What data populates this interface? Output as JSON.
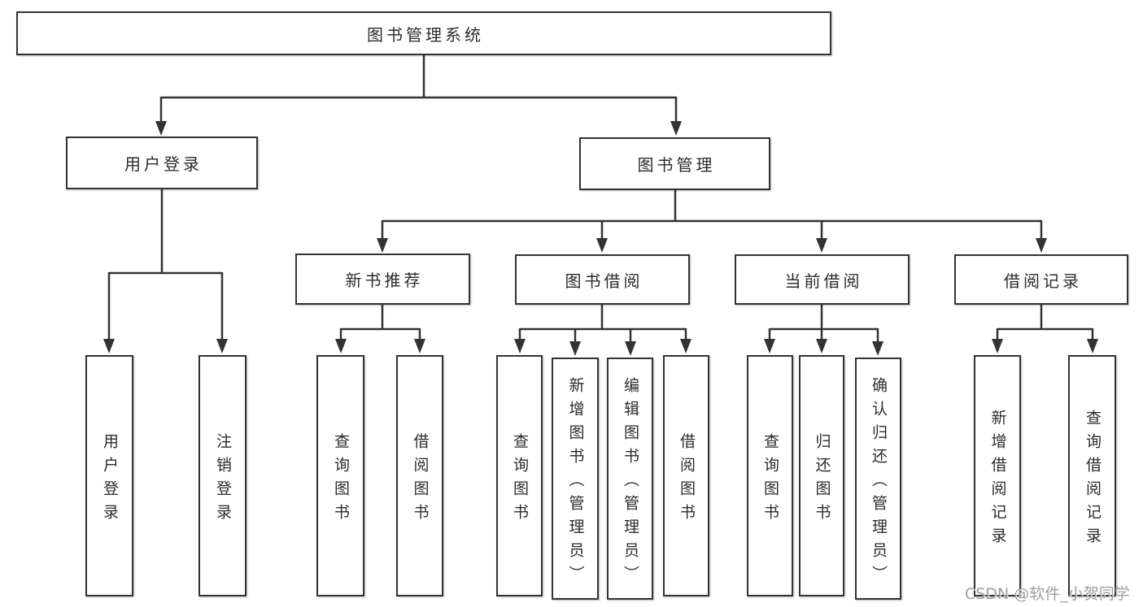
{
  "tree": {
    "root": {
      "label": "图书管理系统"
    },
    "branches": [
      {
        "label": "用户登录",
        "children": [
          {
            "label": "用户登录"
          },
          {
            "label": "注销登录"
          }
        ]
      },
      {
        "label": "图书管理",
        "children": [
          {
            "label": "新书推荐",
            "children": [
              {
                "label": "查询图书"
              },
              {
                "label": "借阅图书"
              }
            ]
          },
          {
            "label": "图书借阅",
            "children": [
              {
                "label": "查询图书"
              },
              {
                "label": "新增图书（管理员）"
              },
              {
                "label": "编辑图书（管理员）"
              },
              {
                "label": "借阅图书"
              }
            ]
          },
          {
            "label": "当前借阅",
            "children": [
              {
                "label": "查询图书"
              },
              {
                "label": "归还图书"
              },
              {
                "label": "确认归还（管理员）"
              }
            ]
          },
          {
            "label": "借阅记录",
            "children": [
              {
                "label": "新增借阅记录"
              },
              {
                "label": "查询借阅记录"
              }
            ]
          }
        ]
      }
    ]
  },
  "watermark": {
    "text": "CSDN @软件_小贺同学",
    "color": "#9e9e9e"
  },
  "colors": {
    "line": "#333333",
    "text": "#2b2b2b",
    "background": "#ffffff"
  }
}
